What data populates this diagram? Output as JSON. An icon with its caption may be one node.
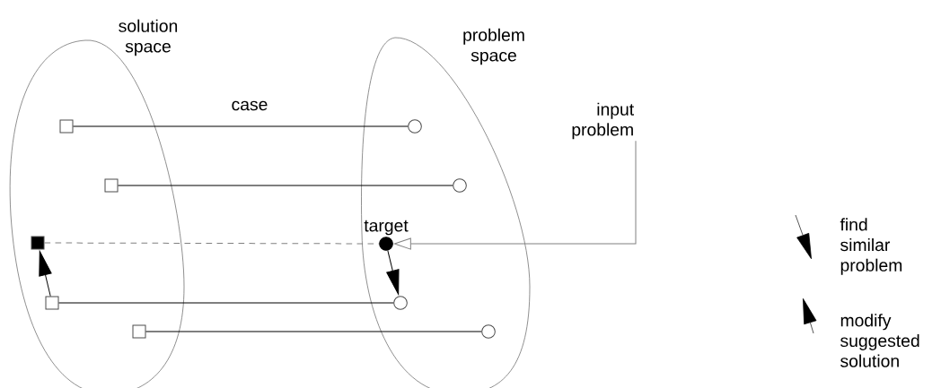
{
  "diagram": {
    "nodes": [
      {
        "text": [
          "solution space"
        ]
      },
      {
        "text": [
          "problem space"
        ]
      },
      {
        "text": [],
        "shape": "box",
        "in": 0
      },
      {
        "text": [],
        "shape": "circle",
        "in": 1
      },
      {
        "text": [],
        "shape": "box",
        "in": 0
      },
      {
        "text": [],
        "shape": "circle",
        "in": 1
      },
      {
        "text": [],
        "shape": "box",
        "in": 0
      },
      {
        "text": [
          "target"
        ],
        "in": 1
      },
      {
        "text": [],
        "shape": "box",
        "in": 0
      },
      {
        "text": [],
        "shape": "circle",
        "in": 1
      },
      {
        "text": [],
        "shape": "box",
        "in": 0
      },
      {
        "text": [],
        "shape": "circle",
        "in": 1
      },
      {
        "text": [
          "input problem"
        ]
      }
    ],
    "edges": [
      {
        "from": 2,
        "to": 3,
        "arrow": "none",
        "label": "case"
      },
      {
        "from": 4,
        "to": 5,
        "arrow": "none"
      },
      {
        "from": 6,
        "to": 7,
        "arrow": "none",
        "style": "dashed",
        "color": "#808080"
      },
      {
        "from": 8,
        "to": 9,
        "arrow": "none"
      },
      {
        "from": 10,
        "to": 11,
        "arrow": "none"
      },
      {
        "from": 7,
        "to": 9,
        "arrow": "to"
      },
      {
        "from": 8,
        "to": 6,
        "arrow": "to"
      },
      {
        "from": 12,
        "to": 7,
        "arrow": "to",
        "color": "#808080"
      }
    ],
    "legend": [
      {
        "text": "find similar problem"
      },
      {
        "text": "modify suggested solution"
      }
    ]
  }
}
